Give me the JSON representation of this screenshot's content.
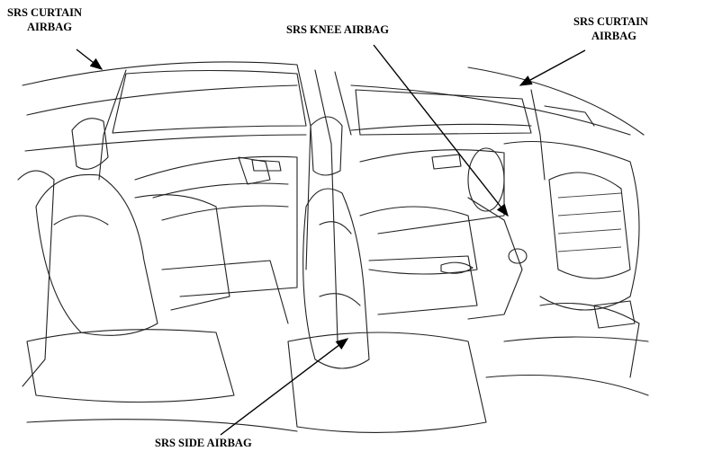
{
  "labels": {
    "curtain_left": [
      "SRS CURTAIN",
      "AIRBAG"
    ],
    "knee": "SRS KNEE AIRBAG",
    "curtain_right": [
      "SRS CURTAIN",
      "AIRBAG"
    ],
    "side": "SRS SIDE AIRBAG"
  }
}
